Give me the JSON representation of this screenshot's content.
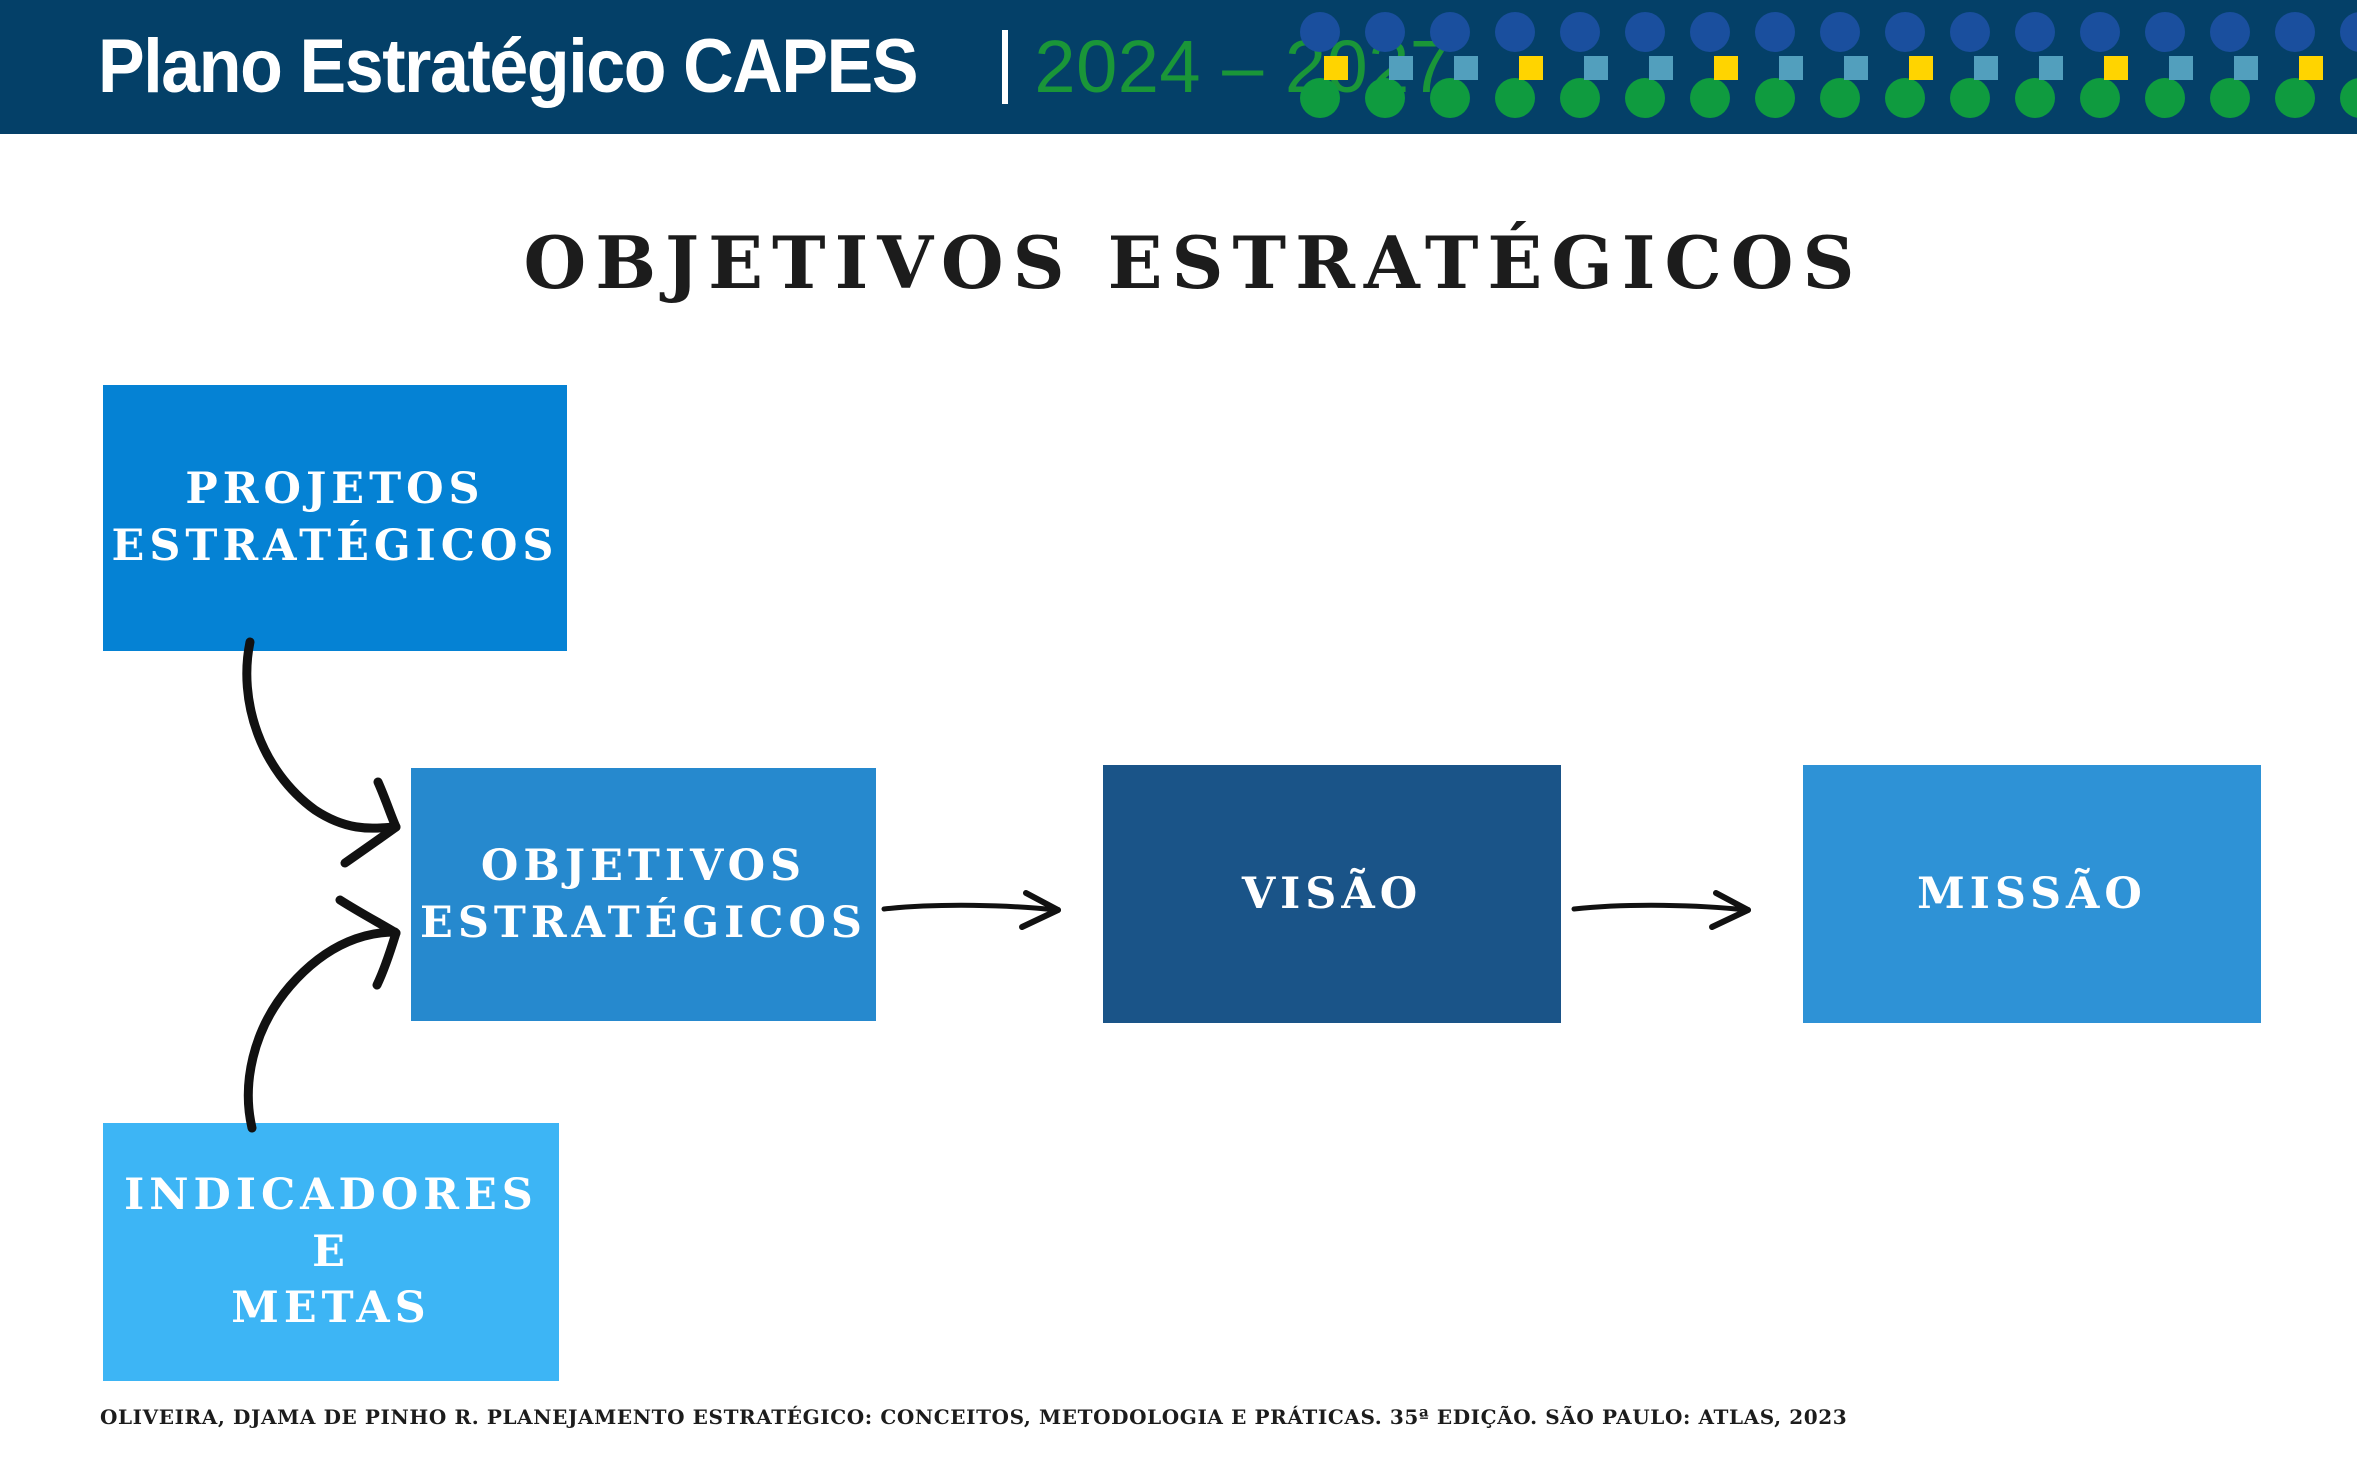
{
  "header": {
    "title": "Plano Estratégico CAPES",
    "separator": "|",
    "years": "2024 – 2027",
    "background_color": "#044068",
    "title_color": "#ffffff",
    "years_color": "#1a9638",
    "pattern": {
      "circle_top_color": "#1a4f9e",
      "circle_bottom_color": "#0f9b3f",
      "square_yellow_color": "#ffd400",
      "square_blue_color": "#529fbd",
      "circle_count": 17,
      "square_count": 16,
      "square_sequence": [
        "yellow",
        "lblue",
        "lblue",
        "yellow",
        "lblue",
        "lblue",
        "yellow",
        "lblue",
        "lblue",
        "yellow",
        "lblue",
        "lblue",
        "yellow",
        "lblue",
        "lblue",
        "yellow"
      ]
    }
  },
  "page": {
    "title": "OBJETIVOS ESTRATÉGICOS"
  },
  "diagram": {
    "boxes": [
      {
        "id": "projetos",
        "label": "PROJETOS\nESTRATÉGICOS",
        "line1": "PROJETOS",
        "line2": "ESTRATÉGICOS",
        "color": "#0582d4"
      },
      {
        "id": "objetivos",
        "label": "OBJETIVOS\nESTRATÉGICOS",
        "line1": "OBJETIVOS",
        "line2": "ESTRATÉGICOS",
        "color": "#2689ce"
      },
      {
        "id": "visao",
        "label": "VISÃO",
        "line1": "VISÃO",
        "line2": "",
        "color": "#1a5488"
      },
      {
        "id": "missao",
        "label": "MISSÃO",
        "line1": "MISSÃO",
        "line2": "",
        "color": "#2e92d6"
      },
      {
        "id": "indicadores",
        "label": "INDICADORES\nE\nMETAS",
        "line1": "INDICADORES",
        "line2": "E",
        "line3": "METAS",
        "color": "#3db5f5"
      }
    ],
    "arrows": [
      {
        "id": "projetos-to-objetivos",
        "style": "hand-drawn-curve",
        "from": "projetos",
        "to": "objetivos"
      },
      {
        "id": "indicadores-to-objetivos",
        "style": "hand-drawn-curve",
        "from": "indicadores",
        "to": "objetivos"
      },
      {
        "id": "objetivos-to-visao",
        "style": "hand-drawn-straight",
        "from": "objetivos",
        "to": "visao"
      },
      {
        "id": "visao-to-missao",
        "style": "hand-drawn-straight",
        "from": "visao",
        "to": "missao"
      }
    ]
  },
  "footer": {
    "citation": "OLIVEIRA, DJAMA DE PINHO R. PLANEJAMENTO ESTRATÉGICO: CONCEITOS, METODOLOGIA E PRÁTICAS. 35ª EDIÇÃO. SÃO PAULO: ATLAS, 2023"
  }
}
